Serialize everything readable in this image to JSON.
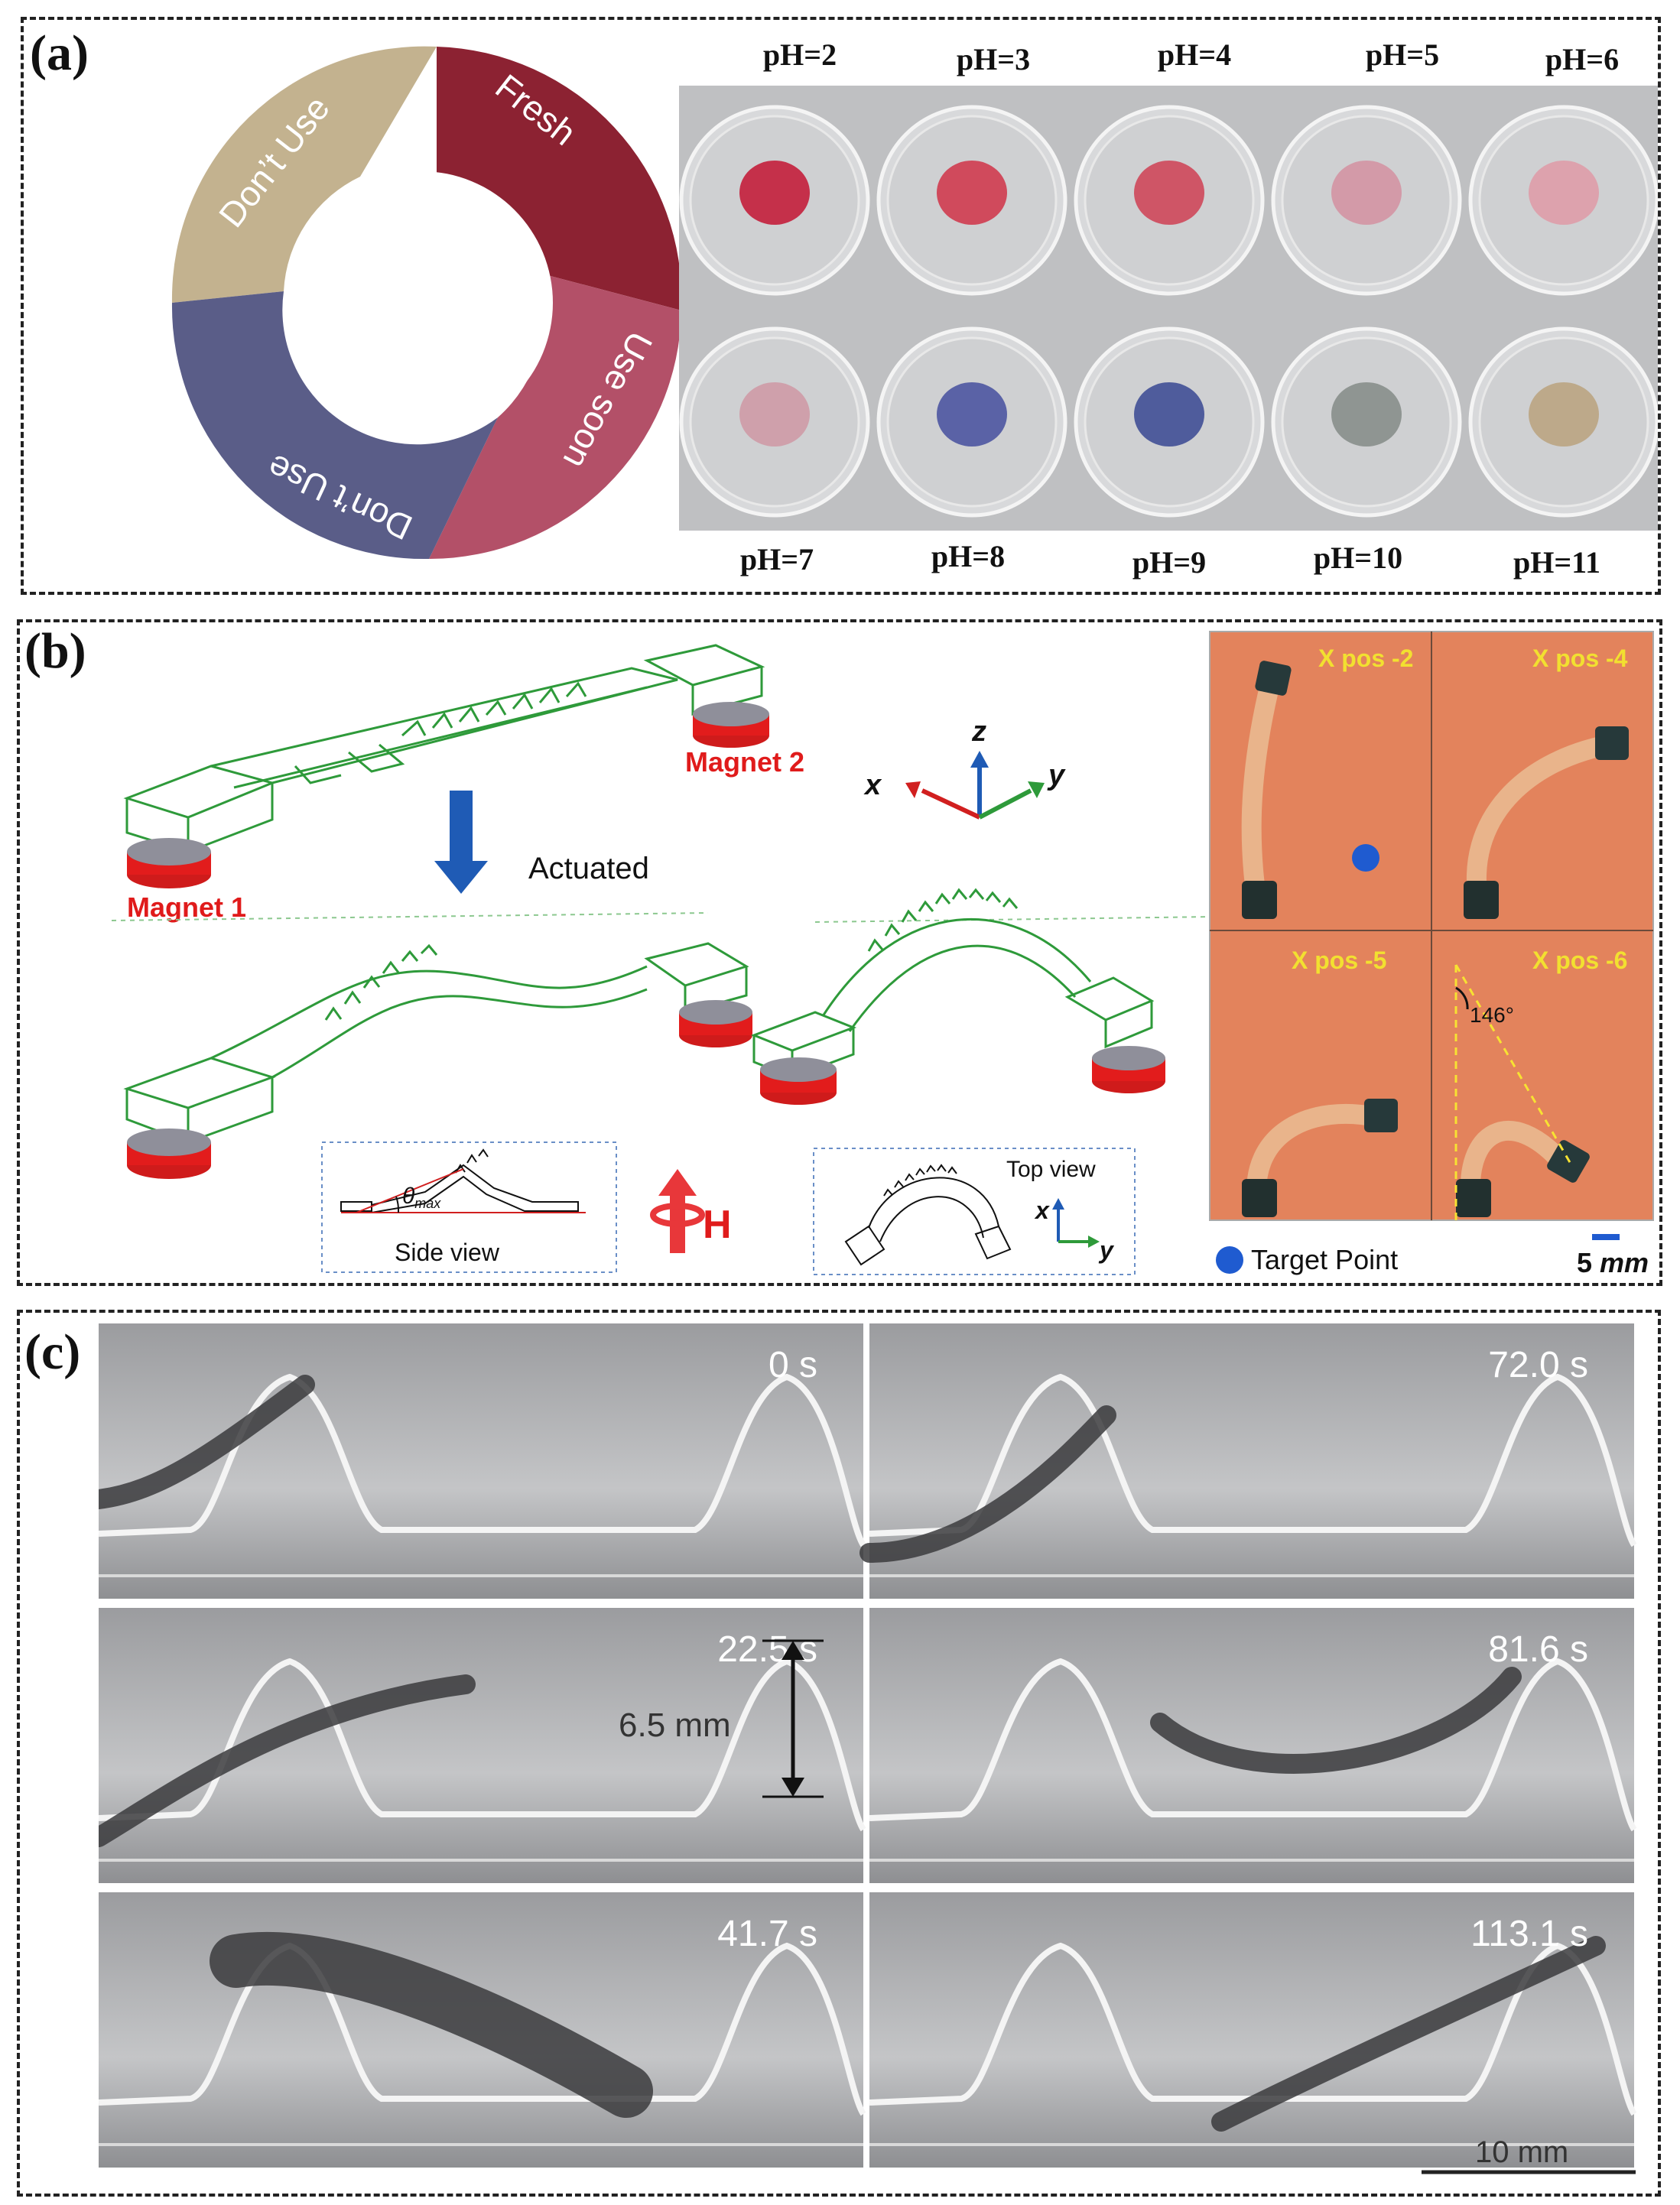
{
  "panels": {
    "a": {
      "label": "(a)",
      "ring_segments": [
        "Fresh",
        "Use soon",
        "Don’t Use",
        "Don’t Use"
      ],
      "ring_colors": {
        "fresh": "#8c2232",
        "use_soon": "#b35068",
        "dont_use_blue": "#5a5d88",
        "dont_use_tan": "#c3b28f"
      },
      "ph_top": [
        "pH=2",
        "pH=3",
        "pH=4",
        "pH=5",
        "pH=6"
      ],
      "ph_bottom": [
        "pH=7",
        "pH=8",
        "pH=9",
        "pH=10",
        "pH=11"
      ],
      "dish_colors_top": [
        "#c5304a",
        "#d04a5c",
        "#cf5566",
        "#d39aa8",
        "#dda2ad"
      ],
      "dish_colors_bottom": [
        "#cfa0ab",
        "#5a62a6",
        "#4f5c9c",
        "#8f9592",
        "#bda98a"
      ]
    },
    "b": {
      "label": "(b)",
      "magnet1": "Magnet 1",
      "magnet2": "Magnet 2",
      "actuated": "Actuated",
      "axes": {
        "x": "x",
        "y": "y",
        "z": "z"
      },
      "side_view": "Side view",
      "theta": "θ",
      "theta_sub": "max",
      "top_view": "Top view",
      "field": "H",
      "photo_labels": [
        "X pos -2",
        "X pos -4",
        "X pos -5",
        "X pos -6"
      ],
      "angle": "146°",
      "target_legend": "Target Point",
      "scale_value": "5",
      "scale_unit": "mm"
    },
    "c": {
      "label": "(c)",
      "left_times": [
        "0 s",
        "22.5 s",
        "41.7 s"
      ],
      "right_times": [
        "72.0 s",
        "81.6 s",
        "113.1 s"
      ],
      "height_label": "6.5 mm",
      "scale_label": "10 mm"
    }
  }
}
